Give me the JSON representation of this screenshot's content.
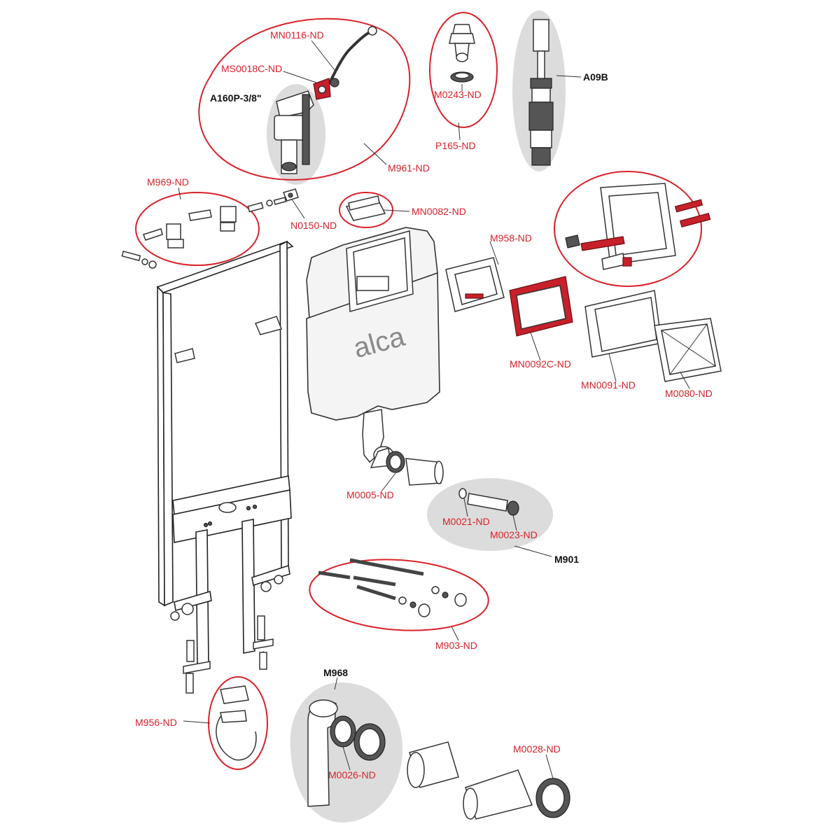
{
  "brand": {
    "logo_text": "alca"
  },
  "labels": {
    "mn0116": "MN0116-ND",
    "ms0018c": "MS0018C-ND",
    "a160p": "A160P-3/8\"",
    "m961": "M961-ND",
    "m0243": "M0243-ND",
    "p165": "P165-ND",
    "a09b": "A09B",
    "m969": "M969-ND",
    "n0150": "N0150-ND",
    "mn0082": "MN0082-ND",
    "m958": "M958-ND",
    "mn0092c": "MN0092C-ND",
    "mn0091": "MN0091-ND",
    "m0080": "M0080-ND",
    "m0005": "M0005-ND",
    "m0021": "M0021-ND",
    "m0023": "M0023-ND",
    "m901": "M901",
    "m903": "M903-ND",
    "m968": "M968",
    "m956": "M956-ND",
    "m0026": "M0026-ND",
    "m0028": "M0028-ND"
  },
  "colors": {
    "accent_red": "#d9222a",
    "highlight_grey": "#dcdcdc",
    "outline": "#333333"
  }
}
